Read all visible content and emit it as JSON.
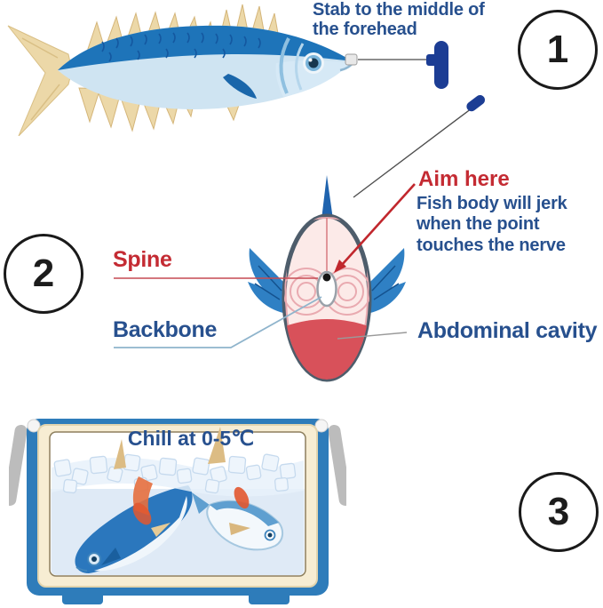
{
  "steps": {
    "step1": {
      "badge": "1",
      "caption": "Stab to the middle of the forehead"
    },
    "step2": {
      "badge": "2",
      "spine_label": "Spine",
      "backbone_label": "Backbone",
      "aim_here_label": "Aim here",
      "aim_note": "Fish body will jerk when the point touches the nerve",
      "abdominal_label": "Abdominal cavity"
    },
    "step3": {
      "badge": "3",
      "caption": "Chill at 0-5℃"
    }
  },
  "icons": {
    "spike_tool": "t-handle-ikejime-spike",
    "needle": "thin-spike-needle",
    "aim_arrow": "red-pointer-arrow"
  },
  "colors": {
    "label_blue": "#27508E",
    "label_red": "#C42B33",
    "arrow_red": "#C1272D",
    "fish_blue": "#1E74B9",
    "fish_belly": "#CFE4F2",
    "fin_tan": "#ECD8A8",
    "cross_section_pink": "#FCEAE8",
    "cross_section_border": "#4E5D6B",
    "cavity_red": "#D8515A",
    "cooler_blue": "#2E7CBA",
    "cooler_cream": "#F7EDD3",
    "water_blue": "#DFEAF6"
  }
}
